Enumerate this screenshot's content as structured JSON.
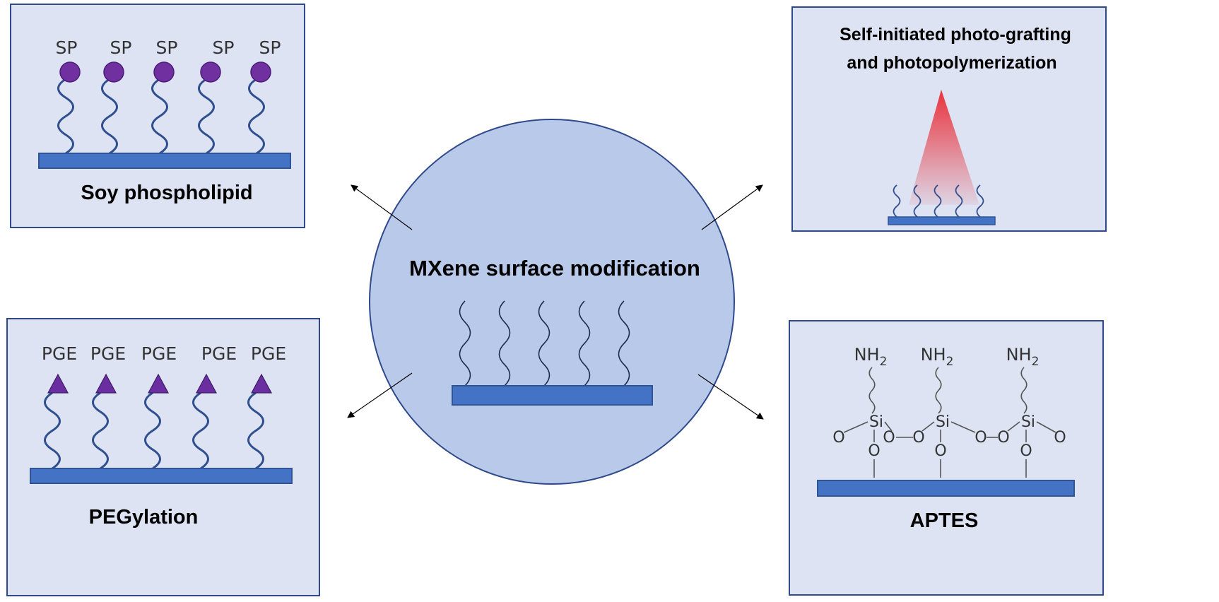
{
  "center": {
    "title": "MXene surface modification"
  },
  "panels": {
    "soy": {
      "title": "Soy phospholipid",
      "chain_label": "SP",
      "labels": [
        "SP",
        "SP",
        "SP",
        "SP",
        "SP"
      ]
    },
    "photo": {
      "title_line1": "Self-initiated photo-grafting",
      "title_line2": "and photopolymerization"
    },
    "peg": {
      "title": "PEGylation",
      "labels": [
        "PGE",
        "PGE",
        "PGE",
        "PGE",
        "PGE"
      ]
    },
    "aptes": {
      "title": "APTES",
      "nh2_main": "NH",
      "nh2_sub": "2",
      "si": "Si",
      "o": "O"
    }
  },
  "colors": {
    "panel_fill": "#dde3f3",
    "panel_border": "#2f4a8a",
    "circle_fill": "#b9c9ea",
    "circle_border": "#2f4a8a",
    "substrate": "#4472c4",
    "substrate_border": "#2f5597",
    "chain": "#2f4f8f",
    "head_sp": "#7030a0",
    "head_peg": "#6a2ea0",
    "beam": "#e8323c",
    "text": "#000000",
    "molecule_text": "#333333"
  },
  "icons": {
    "sp_head": "circle",
    "peg_head": "triangle",
    "arrow": "thin-arrow"
  }
}
